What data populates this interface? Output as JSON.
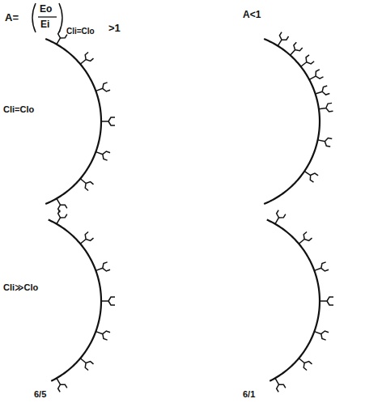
{
  "diagram": {
    "labels": [
      "A=",
      "Eo",
      "Ei",
      "Cli=Clo",
      ">1",
      "A<1",
      "Cli=Clo",
      "Cli≫Clo",
      "6/5",
      "6/1"
    ]
  }
}
